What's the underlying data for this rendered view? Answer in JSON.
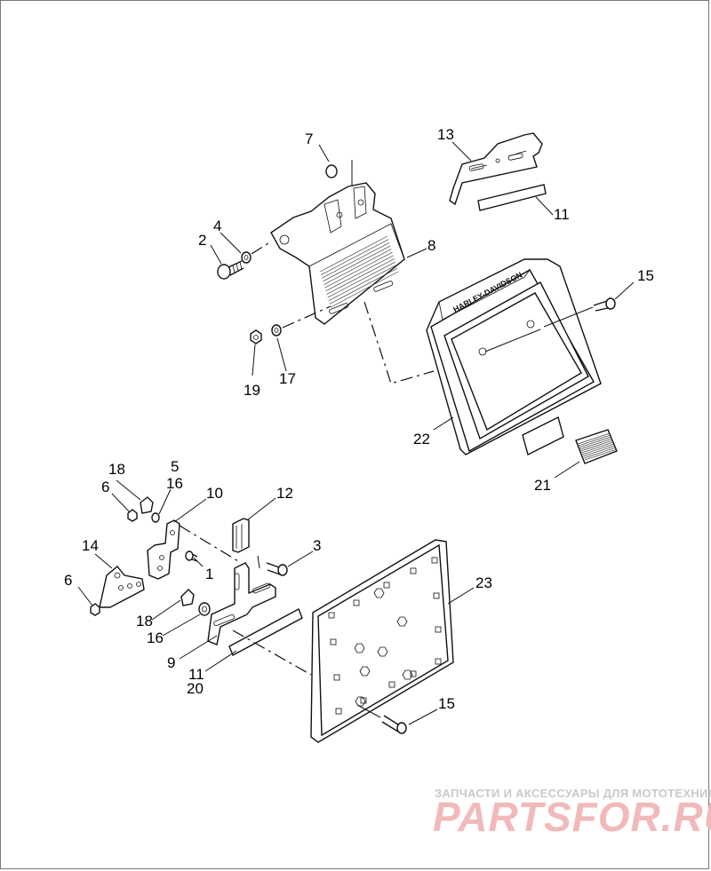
{
  "callouts": {
    "n1": "1",
    "n2": "2",
    "n3": "3",
    "n4": "4",
    "n5": "5",
    "n6a": "6",
    "n6b": "6",
    "n7": "7",
    "n8": "8",
    "n9": "9",
    "n10": "10",
    "n11a": "11",
    "n11b": "11",
    "n12": "12",
    "n13": "13",
    "n14": "14",
    "n15a": "15",
    "n15b": "15",
    "n16a": "16",
    "n16b": "16",
    "n17": "17",
    "n18a": "18",
    "n18b": "18",
    "n19": "19",
    "n20": "20",
    "n21": "21",
    "n22": "22",
    "n23": "23"
  },
  "plate_label": "HARLEY-DAVIDSON",
  "watermark": {
    "subtitle": "ЗАПЧАСТИ И АКСЕССУАРЫ ДЛЯ МОТОТЕХНИКИ",
    "logo": "PARTSFOR.RU"
  },
  "colors": {
    "watermark_logo": "#f1b9b9",
    "watermark_text": "#c9c9c9",
    "line": "#111111"
  }
}
